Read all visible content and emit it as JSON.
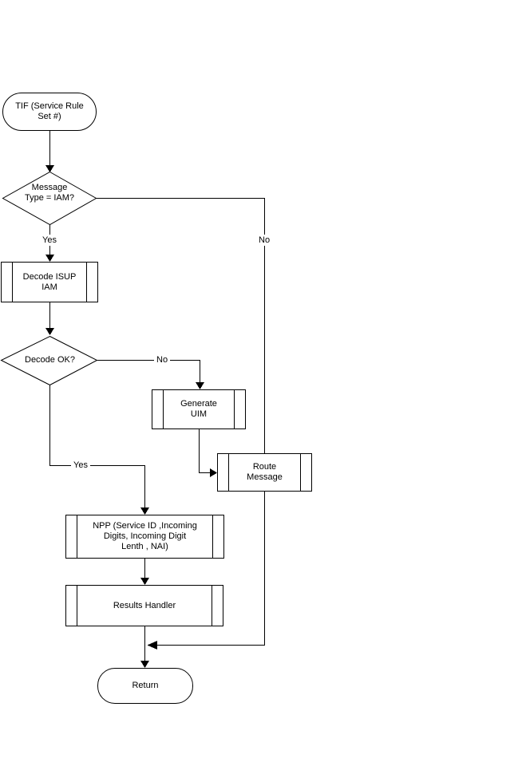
{
  "diagram": {
    "description": "TIF Service Rule Set flowchart",
    "colors": {
      "line": "#000000",
      "fill": "#ffffff",
      "text": "#000000"
    },
    "nodes": {
      "start": {
        "line1": "TIF (Service Rule",
        "line2": "Set #)"
      },
      "message_type": {
        "line1": "Message",
        "line2": "Type = IAM?"
      },
      "decode_isup": {
        "line1": "Decode ISUP",
        "line2": "IAM"
      },
      "decode_ok": {
        "label": "Decode OK?"
      },
      "generate_uim": {
        "line1": "Generate",
        "line2": "UIM"
      },
      "route_message": {
        "line1": "Route",
        "line2": "Message"
      },
      "npp": {
        "line1": "NPP (Service ID ,Incoming",
        "line2": "Digits, Incoming Digit",
        "line3": "Lenth , NAI)"
      },
      "results_handler": {
        "label": "Results Handler"
      },
      "return": {
        "label": "Return"
      }
    },
    "edge_labels": {
      "message_type_yes": "Yes",
      "message_type_no": "No",
      "decode_ok_no": "No",
      "decode_ok_yes": "Yes"
    }
  }
}
